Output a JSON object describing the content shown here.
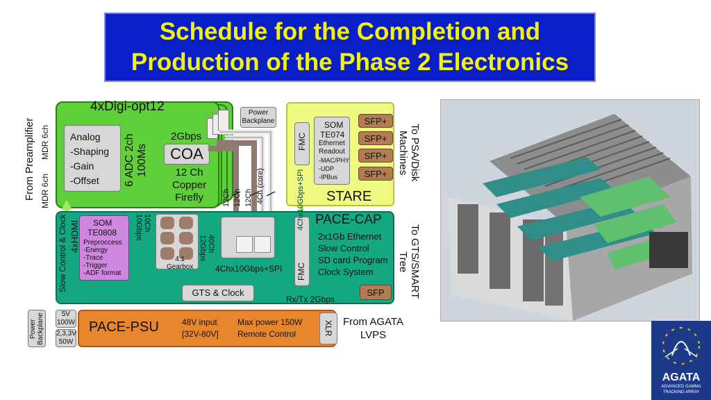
{
  "slide": {
    "title_line1": "Schedule for the Completion and",
    "title_line2": "Production of the Phase 2 Electronics"
  },
  "digi": {
    "title": "4xDigi-opt12",
    "power_backplane": "Power\nBackplane",
    "analog_lines": [
      "Analog",
      "-Shaping",
      "-Gain",
      "-Offset"
    ],
    "adc_line1": "6 ADC 2ch",
    "adc_line2": "100Ms",
    "gbps": "2Gbps",
    "coa": "COA",
    "firefly_lines": [
      "12 Ch",
      "Copper",
      "Firefly"
    ],
    "ch_labels": [
      "12Ch",
      "12Ch",
      "12Ch",
      "4Ch (core)"
    ]
  },
  "left_labels": {
    "from_preamplifier": "From Preamplifier",
    "mdr_top": "MDR 6ch",
    "mdr_bottom": "MDR 6ch"
  },
  "stare": {
    "fmc": "FMC",
    "link": "4Chx10Gbps+SPI",
    "som_lines": [
      "SOM",
      "TE074",
      "Ethernet",
      "Readout",
      "-MAC/PHY",
      "-UDP",
      "-IPBus"
    ],
    "sfp": [
      "SFP+",
      "SFP+",
      "SFP+",
      "SFP+"
    ],
    "name": "STARE"
  },
  "right_labels": {
    "psa": "To PSA/Disk\nMachines",
    "gts": "To GTS/SMART\nTree",
    "lvps": "From AGATA\nLVPS"
  },
  "pacecap": {
    "slow_control_clock": "Slow Control & Clock",
    "hdmi": "4xHDMI",
    "som_lines": [
      "SOM",
      "TE0808"
    ],
    "preprocess_lines": [
      "Preproccess",
      "-Energy",
      "-Trace",
      "-Trigger",
      "-ADF format"
    ],
    "ch10": "10Ch\n10Gbps",
    "ch40": "40Ch\n12Gbps",
    "gearbox": "4:1\nGearbox",
    "link": "4Chx10Gbps+SPI",
    "fmc": "FMC",
    "link_vertical": "4Chx10Gbps+SPI",
    "name": "PACE-CAP",
    "features": [
      "2x1Gb Ethernet",
      "Slow Control",
      "SD card Program",
      "Clock System"
    ],
    "gts_clock": "GTS & Clock",
    "sfp": "SFP",
    "rxtx": "Rx/Tx 2Gbps"
  },
  "psu": {
    "power_backplane": "Power\nBackplane",
    "v5": "5V\n100W",
    "v23": "2,3,3V\n50W",
    "name": "PACE-PSU",
    "input_lines": [
      "48V input",
      "[32V-80V]"
    ],
    "max_lines": [
      "Max power 150W",
      "Remote Control"
    ],
    "xlr": "XLR"
  },
  "logo": {
    "name": "AGATA",
    "sub_lines": [
      "ADVANCED GAMMA",
      "TRACKING ARRAY"
    ]
  },
  "colors": {
    "title_bg": "#0a1fc8",
    "title_text": "#f4f400",
    "digi_green": "#5fcf3a",
    "stare_yellow": "#eefa80",
    "pacecap_teal": "#14a882",
    "psu_orange": "#e8862e",
    "sfp_brown": "#b27d55",
    "som_purple": "#cf87e0",
    "arrow_green": "#9af05c"
  }
}
